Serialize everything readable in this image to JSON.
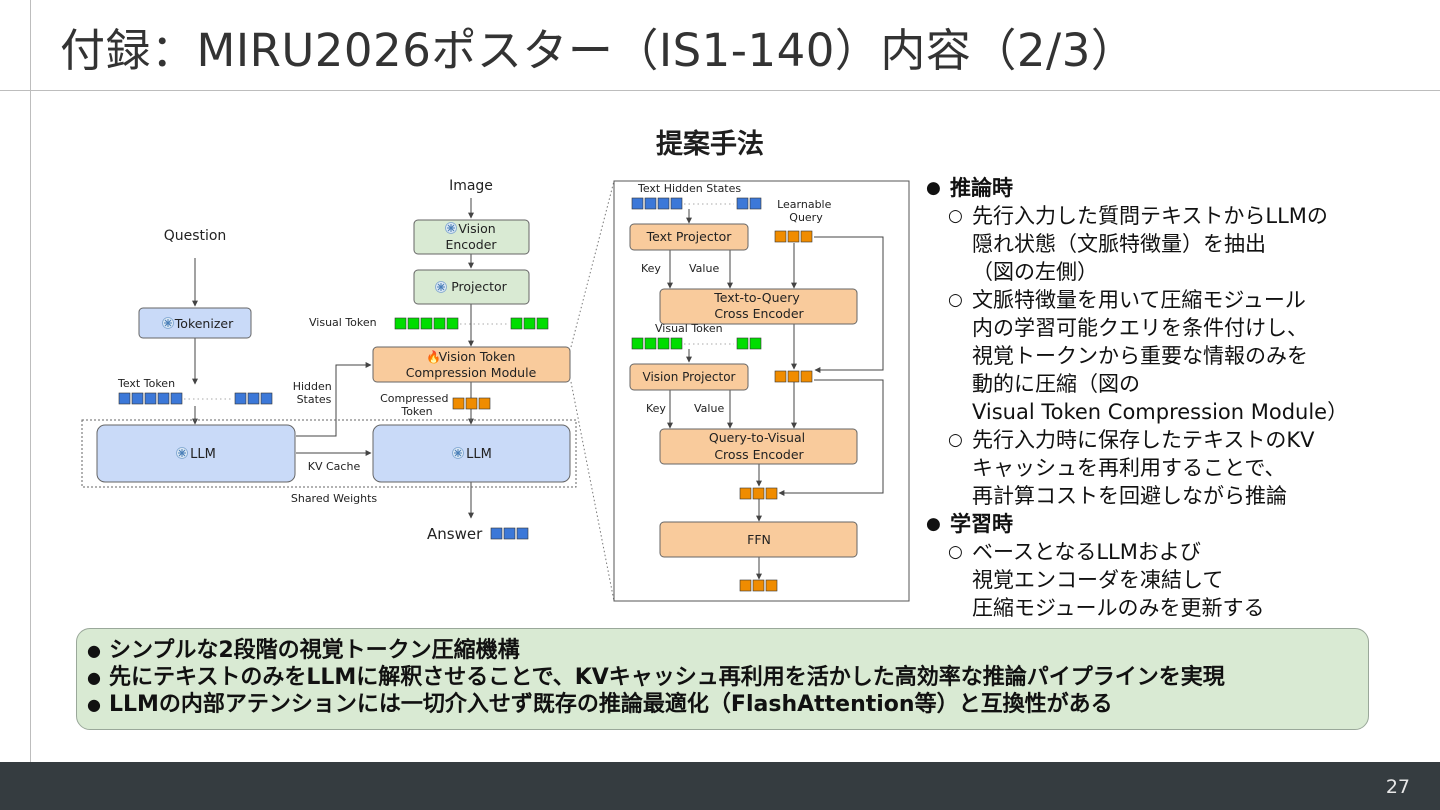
{
  "slide": {
    "title": "付録：MIRU2026ポスター（IS1-140）内容（2/3）",
    "section_heading": "提案手法",
    "page_number": "27"
  },
  "diagram": {
    "left": {
      "image": "Image",
      "question": "Question",
      "vision_encoder": "Vision\nEncoder",
      "projector": "Projector",
      "tokenizer": "Tokenizer",
      "visual_token": "Visual Token",
      "text_token": "Text Token",
      "hidden_states": "Hidden\nStates",
      "vtc_module": "Vision Token\nCompression Module",
      "compressed_token": "Compressed\nToken",
      "llm_left": "LLM",
      "llm_right": "LLM",
      "kv_cache": "KV Cache",
      "shared_weights": "Shared Weights",
      "answer": "Answer"
    },
    "right": {
      "text_hidden_states": "Text Hidden States",
      "learnable_query": "Learnable\nQuery",
      "text_projector": "Text Projector",
      "key_1": "Key",
      "value_1": "Value",
      "t2q": "Text-to-Query\nCross Encoder",
      "visual_token": "Visual Token",
      "vision_projector": "Vision Projector",
      "key_2": "Key",
      "value_2": "Value",
      "q2v": "Query-to-Visual\nCross Encoder",
      "ffn": "FFN"
    },
    "colors": {
      "green_box": "#d9ead3",
      "blue_box": "#c9daf8",
      "orange_box": "#f9cb9c",
      "blue_token": "#3c78d8",
      "green_token": "#00dd00",
      "orange_token": "#f08c00"
    },
    "icons": [
      "snowflake-icon",
      "fire-icon"
    ]
  },
  "bullets": [
    {
      "heading": "推論時",
      "items": [
        [
          "先行入力した質問テキストからLLMの",
          "隠れ状態（文脈特徴量）を抽出",
          "（図の左側）"
        ],
        [
          "文脈特徴量を用いて圧縮モジュール",
          "内の学習可能クエリを条件付けし、",
          "視覚トークンから重要な情報のみを",
          "動的に圧縮（図の",
          "Visual Token Compression Module）"
        ],
        [
          "先行入力時に保存したテキストのKV",
          "キャッシュを再利用することで、",
          "再計算コストを回避しながら推論"
        ]
      ]
    },
    {
      "heading": "学習時",
      "items": [
        [
          "ベースとなるLLMおよび",
          "視覚エンコーダを凍結して",
          "圧縮モジュールのみを更新する"
        ]
      ]
    }
  ],
  "summary": [
    "シンプルな2段階の視覚トークン圧縮機構",
    "先にテキストのみをLLMに解釈させることで、KVキャッシュ再利用を活かした高効率な推論パイプラインを実現",
    "LLMの内部アテンションには一切介入せず既存の推論最適化（FlashAttention等）と互換性がある"
  ]
}
